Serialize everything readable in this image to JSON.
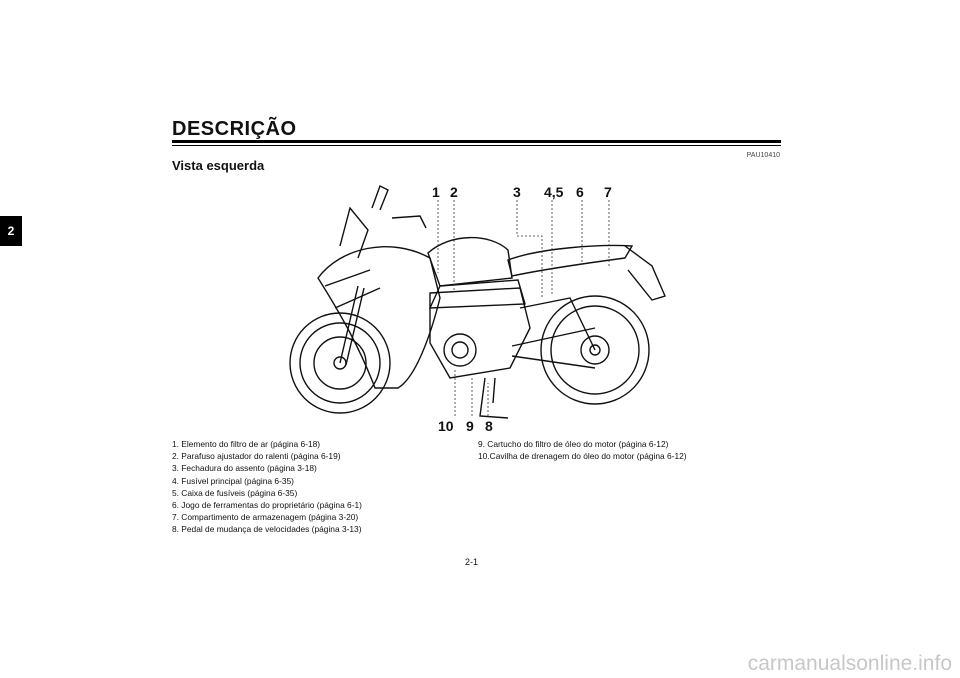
{
  "chapter_tab": "2",
  "title": "DESCRIÇÃO",
  "code": "PAU10410",
  "subtitle": "Vista esquerda",
  "callouts_top": [
    "1",
    "2",
    "3",
    "4,5",
    "6",
    "7"
  ],
  "callouts_bottom": [
    "10",
    "9",
    "8"
  ],
  "legend_left": [
    "1.  Elemento do filtro de ar (página 6-18)",
    "2.  Parafuso ajustador do ralenti (página 6-19)",
    "3.  Fechadura do assento (página 3-18)",
    "4.  Fusível principal (página 6-35)",
    "5.  Caixa de fusíveis (página 6-35)",
    "6.  Jogo de ferramentas do proprietário (página 6-1)",
    "7.  Compartimento de armazenagem (página 3-20)",
    "8.  Pedal de mudança de velocidades (página 3-13)"
  ],
  "legend_right": [
    "9.  Cartucho do filtro de óleo do motor (página 6-12)",
    "10.Cavilha de drenagem do óleo do motor (página 6-12)"
  ],
  "page_number": "2-1",
  "watermark": "carmanualsonline.info"
}
